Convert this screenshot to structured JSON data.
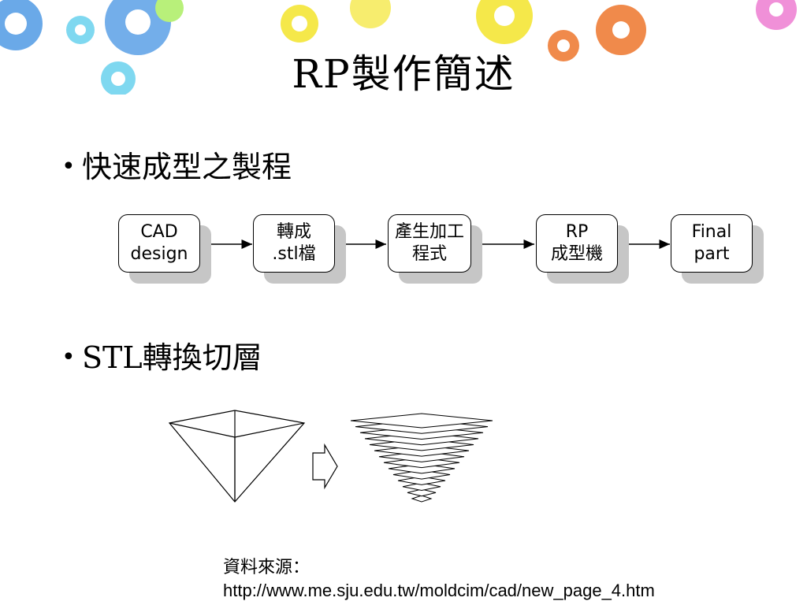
{
  "slide": {
    "title": "RP製作簡述",
    "bullets": [
      {
        "marker": "•",
        "text": "快速成型之製程"
      },
      {
        "marker": "•",
        "text": "STL轉換切層"
      }
    ],
    "flow_steps": [
      {
        "line1": "CAD",
        "line2": "design"
      },
      {
        "line1": "轉成",
        "line2": ".stl檔"
      },
      {
        "line1": "產生加工",
        "line2": "程式"
      },
      {
        "line1": "RP",
        "line2": "成型機"
      },
      {
        "line1": "Final",
        "line2": "part"
      }
    ],
    "source_label": "資料來源：",
    "source_url": "http://www.me.sju.edu.tw/moldcim/cad/new_page_4.htm"
  },
  "colors": {
    "gear_blue": "#5aa0e6",
    "gear_cyan": "#7fd8f0",
    "gear_yellow": "#f5e84a",
    "gear_orange": "#f08a4b",
    "gear_pink": "#f090d8",
    "gear_green": "#b8f07a",
    "shadow_gray": "#c6c6c6"
  }
}
